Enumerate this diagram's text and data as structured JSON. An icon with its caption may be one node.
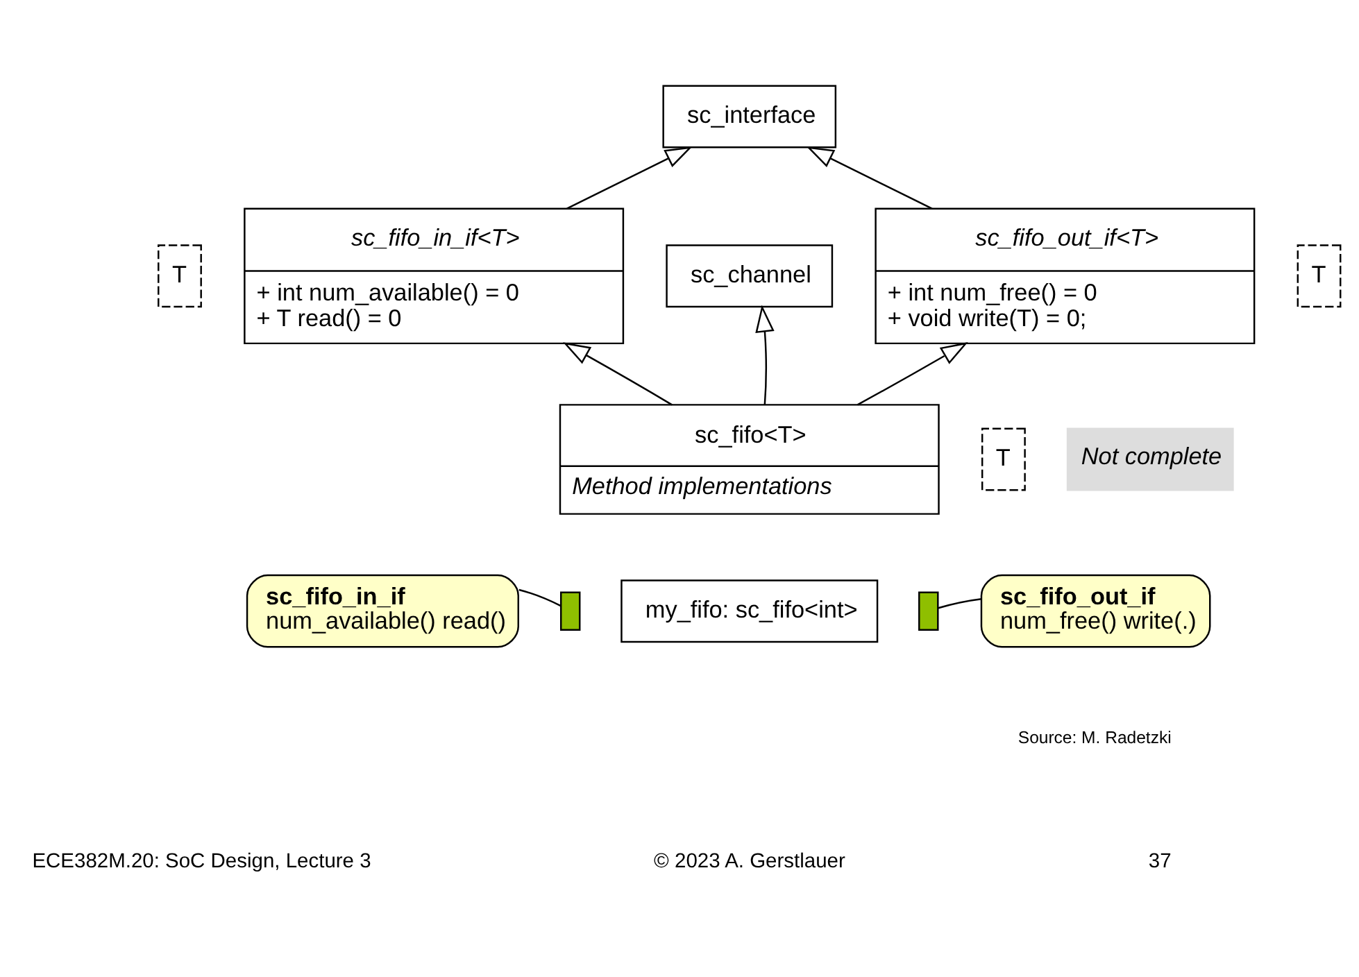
{
  "diagram": {
    "nodes": [
      {
        "text": [
          "sc_interface"
        ]
      },
      {
        "text": [
          "T"
        ]
      },
      {
        "text": [
          "sc_fifo_in_if<T>",
          "+ int num_available() = 0",
          "+ T read() = 0"
        ]
      },
      {
        "text": [
          "sc_channel"
        ]
      },
      {
        "text": [
          "sc_fifo_out_if<T>",
          "+ int num_free() = 0",
          "+ void write(T) = 0;"
        ]
      },
      {
        "text": [
          "T"
        ]
      },
      {
        "text": [
          "T"
        ]
      },
      {
        "text": [
          "sc_fifo<T>",
          "Method implementations"
        ]
      },
      {
        "text": [
          "Not complete"
        ]
      },
      {
        "text": [
          "sc_fifo_in_if",
          "num_available() read()"
        ]
      },
      {
        "text": [],
        "shape": "box"
      },
      {
        "text": [
          "my_fifo: sc_fifo<int>"
        ]
      },
      {
        "text": [],
        "shape": "box"
      },
      {
        "text": [
          "sc_fifo_out_if",
          "num_free() write(.)"
        ]
      }
    ],
    "edges": [
      {
        "from": 2,
        "to": 0,
        "arrow": "to"
      },
      {
        "from": 4,
        "to": 0,
        "arrow": "to"
      },
      {
        "from": 7,
        "to": 2,
        "arrow": "to"
      },
      {
        "from": 7,
        "to": 3,
        "arrow": "to"
      },
      {
        "from": 7,
        "to": 4,
        "arrow": "to"
      },
      {
        "from": 9,
        "to": 10,
        "arrow": "none"
      },
      {
        "from": 13,
        "to": 12,
        "arrow": "none"
      }
    ],
    "labels": [
      "Source: M. Radetzki",
      "ECE382M.20: SoC Design, Lecture 3",
      "© 2023 A. Gerstlauer",
      "37"
    ]
  }
}
